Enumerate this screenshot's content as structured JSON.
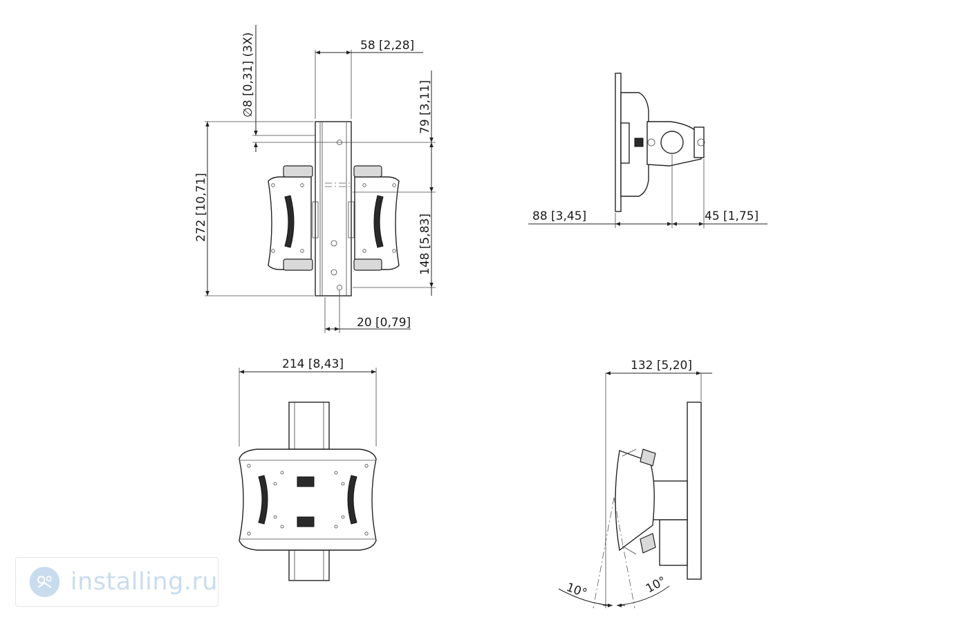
{
  "dimensions": {
    "hole": "∅8 [0,31] (3X)",
    "width_58": "58 [2,28]",
    "height_79": "79 [3,11]",
    "height_272": "272 [10,71]",
    "height_148": "148 [5,83]",
    "width_20": "20 [0,79]",
    "depth_88": "88 [3,45]",
    "depth_45": "45 [1,75]",
    "width_214": "214 [8,43]",
    "depth_132": "132 [5,20]",
    "tilt_left": "10°",
    "tilt_right": "10°"
  },
  "watermark": {
    "text": "installing.ru",
    "logo_icon": "installing-logo-icon",
    "color": "#c9dcee"
  },
  "colors": {
    "line": "#222222",
    "fill_dark": "#2a2a2a"
  }
}
